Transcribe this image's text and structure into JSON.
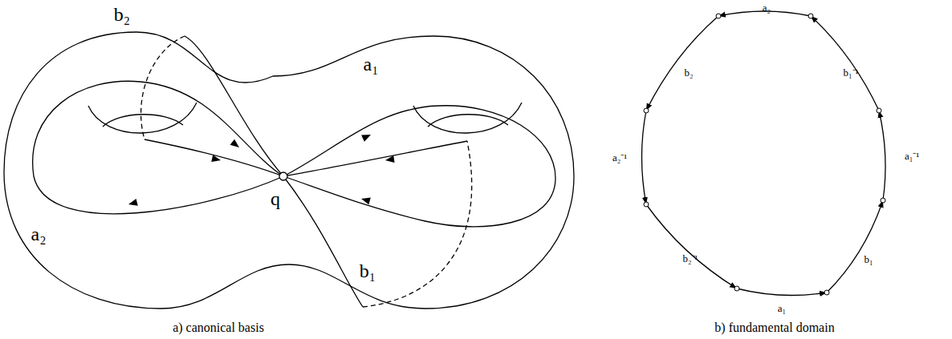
{
  "diagram": {
    "labels": [
      "b₂",
      "a₁",
      "q",
      "a₂",
      "b₁",
      "a) canonical basis",
      "a₂",
      "b₁⁻¹",
      "b₂",
      "a₁⁻¹",
      "a₂⁻¹",
      "b₂⁻¹",
      "b₁",
      "a₁",
      "b) fundamental domain"
    ]
  }
}
